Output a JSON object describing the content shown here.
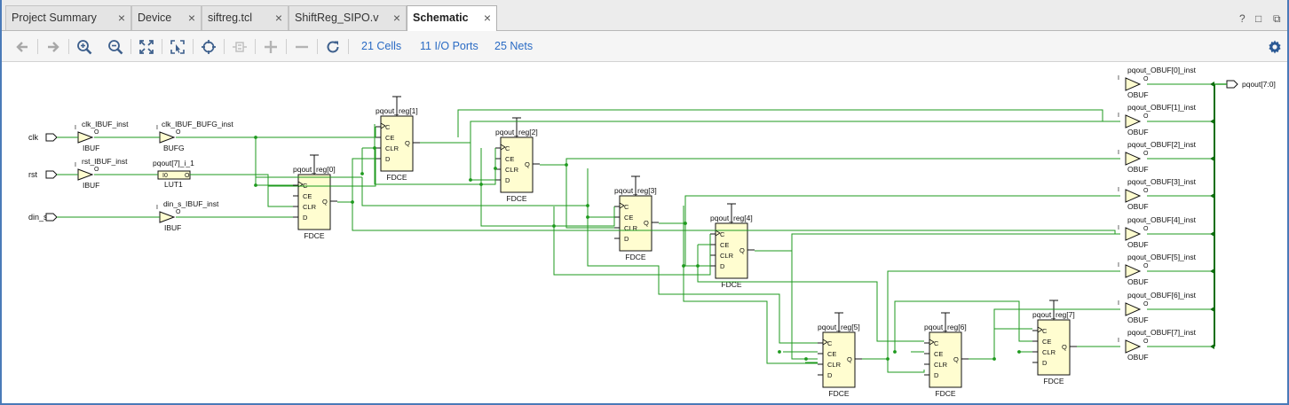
{
  "tabs": [
    {
      "label": "Project Summary",
      "active": false
    },
    {
      "label": "Device",
      "active": false
    },
    {
      "label": "siftreg.tcl",
      "active": false
    },
    {
      "label": "ShiftReg_SIPO.v",
      "active": false
    },
    {
      "label": "Schematic",
      "active": true
    }
  ],
  "tab_close": "×",
  "window_controls": {
    "help": "?",
    "restore": "□",
    "float": "⧉"
  },
  "toolbar": {
    "icons": [
      "back-arrow-icon",
      "forward-arrow-icon",
      "zoom-in-icon",
      "zoom-out-icon",
      "fit-view-icon",
      "zoom-selection-icon",
      "auto-fit-icon",
      "collapse-icon",
      "add-icon",
      "remove-icon",
      "refresh-icon"
    ],
    "cells_link": "21 Cells",
    "ports_link": "11 I/O Ports",
    "nets_link": "25 Nets",
    "settings_icon": "gear-icon"
  },
  "colors": {
    "wire": "#1e9a1e",
    "cell_fill": "#fffdd0",
    "tab_border": "#4a7ab8",
    "link": "#2a6bc4"
  },
  "schematic": {
    "input_ports": [
      "clk",
      "rst",
      "din_s"
    ],
    "output_port": "pqout[7:0]",
    "pin_labels": {
      "i": "I",
      "o": "O",
      "i0": "I0",
      "c": "C",
      "ce": "CE",
      "clr": "CLR",
      "d": "D",
      "q": "Q"
    },
    "buffers": [
      {
        "inst": "clk_IBUF_inst",
        "type": "IBUF"
      },
      {
        "inst": "clk_IBUF_BUFG_inst",
        "type": "BUFG"
      },
      {
        "inst": "rst_IBUF_inst",
        "type": "IBUF"
      },
      {
        "inst": "din_s_IBUF_inst",
        "type": "IBUF"
      }
    ],
    "lut": {
      "inst": "pqout[7]_i_1",
      "type": "LUT1"
    },
    "flops": [
      {
        "inst": "pqout_reg[0]",
        "type": "FDCE"
      },
      {
        "inst": "pqout_reg[1]",
        "type": "FDCE"
      },
      {
        "inst": "pqout_reg[2]",
        "type": "FDCE"
      },
      {
        "inst": "pqout_reg[3]",
        "type": "FDCE"
      },
      {
        "inst": "pqout_reg[4]",
        "type": "FDCE"
      },
      {
        "inst": "pqout_reg[5]",
        "type": "FDCE"
      },
      {
        "inst": "pqout_reg[6]",
        "type": "FDCE"
      },
      {
        "inst": "pqout_reg[7]",
        "type": "FDCE"
      }
    ],
    "obufs": [
      {
        "inst": "pqout_OBUF[0]_inst",
        "type": "OBUF"
      },
      {
        "inst": "pqout_OBUF[1]_inst",
        "type": "OBUF"
      },
      {
        "inst": "pqout_OBUF[2]_inst",
        "type": "OBUF"
      },
      {
        "inst": "pqout_OBUF[3]_inst",
        "type": "OBUF"
      },
      {
        "inst": "pqout_OBUF[4]_inst",
        "type": "OBUF"
      },
      {
        "inst": "pqout_OBUF[5]_inst",
        "type": "OBUF"
      },
      {
        "inst": "pqout_OBUF[6]_inst",
        "type": "OBUF"
      },
      {
        "inst": "pqout_OBUF[7]_inst",
        "type": "OBUF"
      }
    ]
  }
}
